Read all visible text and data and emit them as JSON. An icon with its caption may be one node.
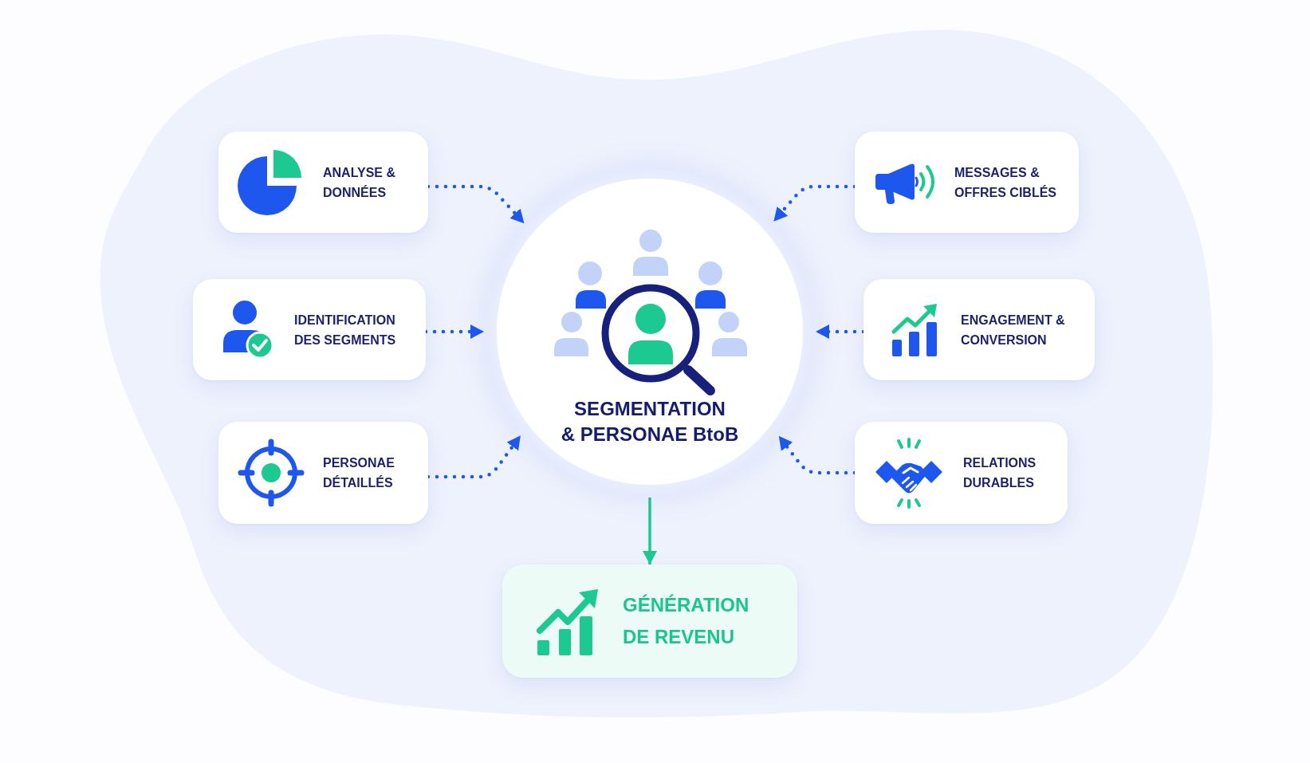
{
  "diagram": {
    "nodes": [
      {
        "text": [
          "ANALYSE & DONNÉES"
        ]
      },
      {
        "text": [
          "IDENTIFICATION DES SEGMENTS"
        ]
      },
      {
        "text": [
          "PERSONAE DÉTAILLÉS"
        ]
      },
      {
        "text": [
          "SEGMENTATION & PERSONAE BtoB"
        ]
      },
      {
        "text": [
          "MESSAGES & OFFRES CIBLÉS"
        ]
      },
      {
        "text": [
          "ENGAGEMENT & CONVERSION"
        ]
      },
      {
        "text": [
          "RELATIONS DURABLES"
        ]
      },
      {
        "text": [
          "GÉNÉRATION DE REVENU"
        ]
      }
    ],
    "edges": [
      {
        "from": 0,
        "to": 3,
        "arrow": "to",
        "style": "dashed"
      },
      {
        "from": 1,
        "to": 3,
        "arrow": "to",
        "style": "dashed"
      },
      {
        "from": 2,
        "to": 3,
        "arrow": "to",
        "style": "dashed"
      },
      {
        "from": 4,
        "to": 3,
        "arrow": "to",
        "style": "dashed"
      },
      {
        "from": 5,
        "to": 3,
        "arrow": "to",
        "style": "dashed"
      },
      {
        "from": 6,
        "to": 3,
        "arrow": "to",
        "style": "dashed"
      },
      {
        "from": 3,
        "to": 7,
        "arrow": "to",
        "color": "#1cc990"
      }
    ]
  }
}
